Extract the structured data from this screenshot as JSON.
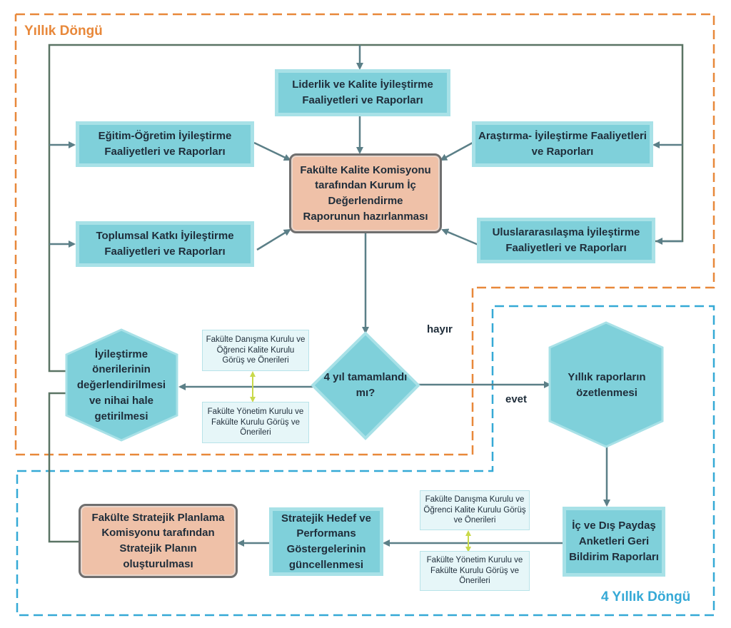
{
  "cycles": {
    "annual": "Yıllık Döngü",
    "four_year": "4 Yıllık Döngü"
  },
  "nodes": {
    "leadership": "Liderlik ve Kalite İyileştirme Faaliyetleri ve Raporları",
    "education": "Eğitim-Öğretim İyileştirme Faaliyetleri ve Raporları",
    "research": "Araştırma- İyileştirme Faaliyetleri ve Raporları",
    "community": "Toplumsal Katkı İyileştirme Faaliyetleri ve Raporları",
    "international": "Uluslararasılaşma İyileştirme Faaliyetleri ve Raporları",
    "commission_report": "Fakülte Kalite Komisyonu tarafından Kurum İç Değerlendirme Raporunun hazırlanması",
    "decision": "4 yıl tamamlandı mı?",
    "improvement": "İyileştirme önerilerinin değerlendirilmesi ve nihai hale getirilmesi",
    "annual_summary": "Yıllık raporların özetlenmesi",
    "stakeholder_reports": "İç ve Dış Paydaş Anketleri Geri Bildirim Raporları",
    "strategic_targets": "Stratejik Hedef ve Performans Göstergelerinin güncellenmesi",
    "strategic_plan": "Fakülte Stratejik Planlama Komisyonu tarafından Stratejik Planın oluşturulması"
  },
  "advisory": {
    "top_advisory": "Fakülte Danışma Kurulu ve Öğrenci Kalite Kurulu Görüş ve Önerileri",
    "top_management": "Fakülte Yönetim Kurulu ve Fakülte Kurulu Görüş ve Önerileri",
    "bottom_advisory": "Fakülte Danışma Kurulu ve Öğrenci Kalite Kurulu Görüş ve Önerileri",
    "bottom_management": "Fakülte Yönetim Kurulu ve Fakülte Kurulu Görüş ve Önerileri"
  },
  "edges": {
    "no": "hayır",
    "yes": "evet"
  },
  "colors": {
    "annual_border": "#e8883a",
    "four_year_border": "#35a9d6",
    "connector": "#5b7f87",
    "loop_line": "#5a7464",
    "node_fill": "#7fd0da",
    "center_fill": "#efc1a8",
    "double_arrow": "#c9d94a"
  }
}
